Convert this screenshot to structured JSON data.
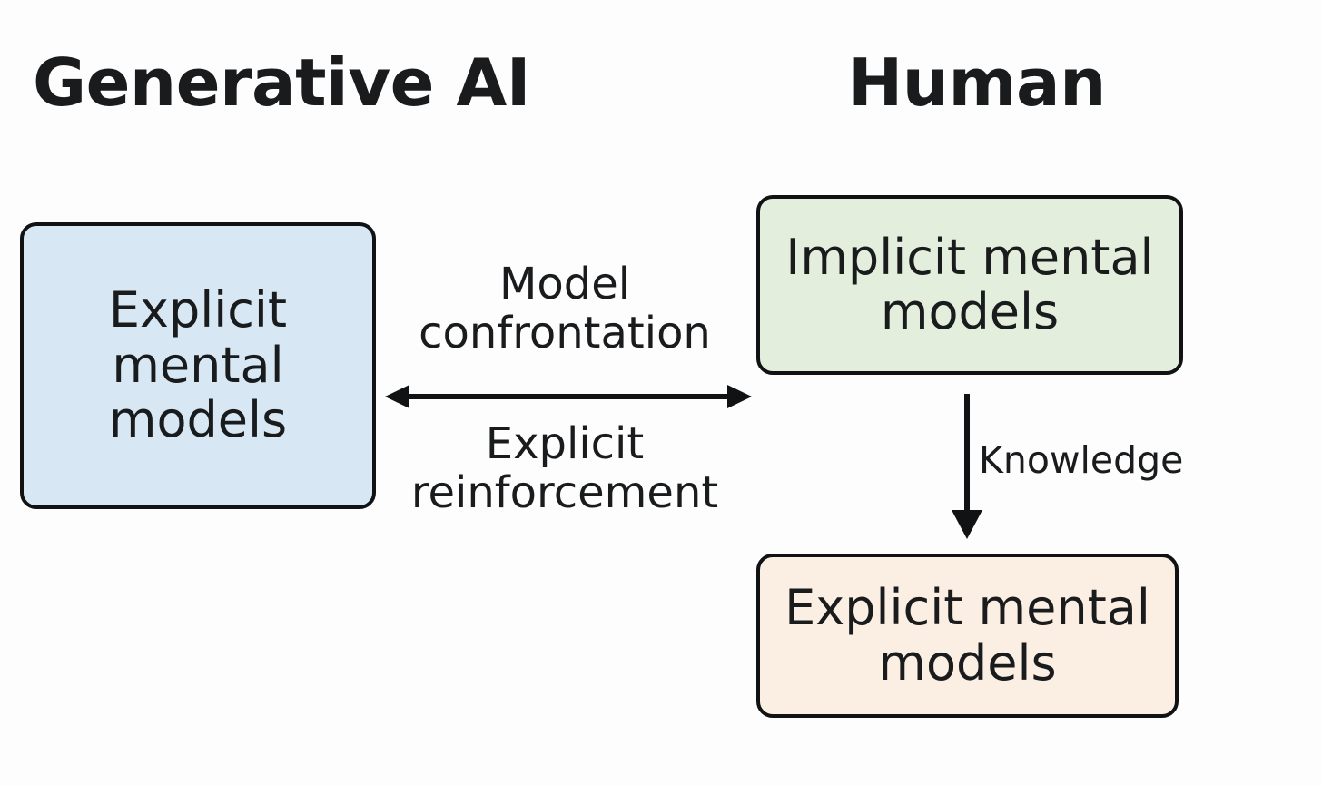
{
  "figure": {
    "background_color": "#fdfdfd",
    "line_color": "#101214",
    "text_color": "#191b1d"
  },
  "columns": [
    {
      "id": "generative-ai",
      "title": "Generative AI"
    },
    {
      "id": "human",
      "title": "Human"
    }
  ],
  "nodes": [
    {
      "id": "genai-explicit-mental-models",
      "label": "Explicit\nmental\nmodels",
      "fill": "#d7e8f4",
      "column": "generative-ai"
    },
    {
      "id": "human-implicit-mental-models",
      "label": "Implicit mental\nmodels",
      "fill": "#e3efdc",
      "column": "human"
    },
    {
      "id": "human-explicit-mental-models",
      "label": "Explicit mental\nmodels",
      "fill": "#fbeee2",
      "column": "human"
    }
  ],
  "edges": [
    {
      "id": "bidirectional-exchange",
      "from": "genai-explicit-mental-models",
      "to": "human-implicit-mental-models",
      "direction": "bidirectional",
      "label_above": "Model\nconfrontation",
      "label_below": "Explicit\nreinforcement"
    },
    {
      "id": "knowledge-flow",
      "from": "human-implicit-mental-models",
      "to": "human-explicit-mental-models",
      "direction": "down",
      "label": "Knowledge"
    }
  ]
}
